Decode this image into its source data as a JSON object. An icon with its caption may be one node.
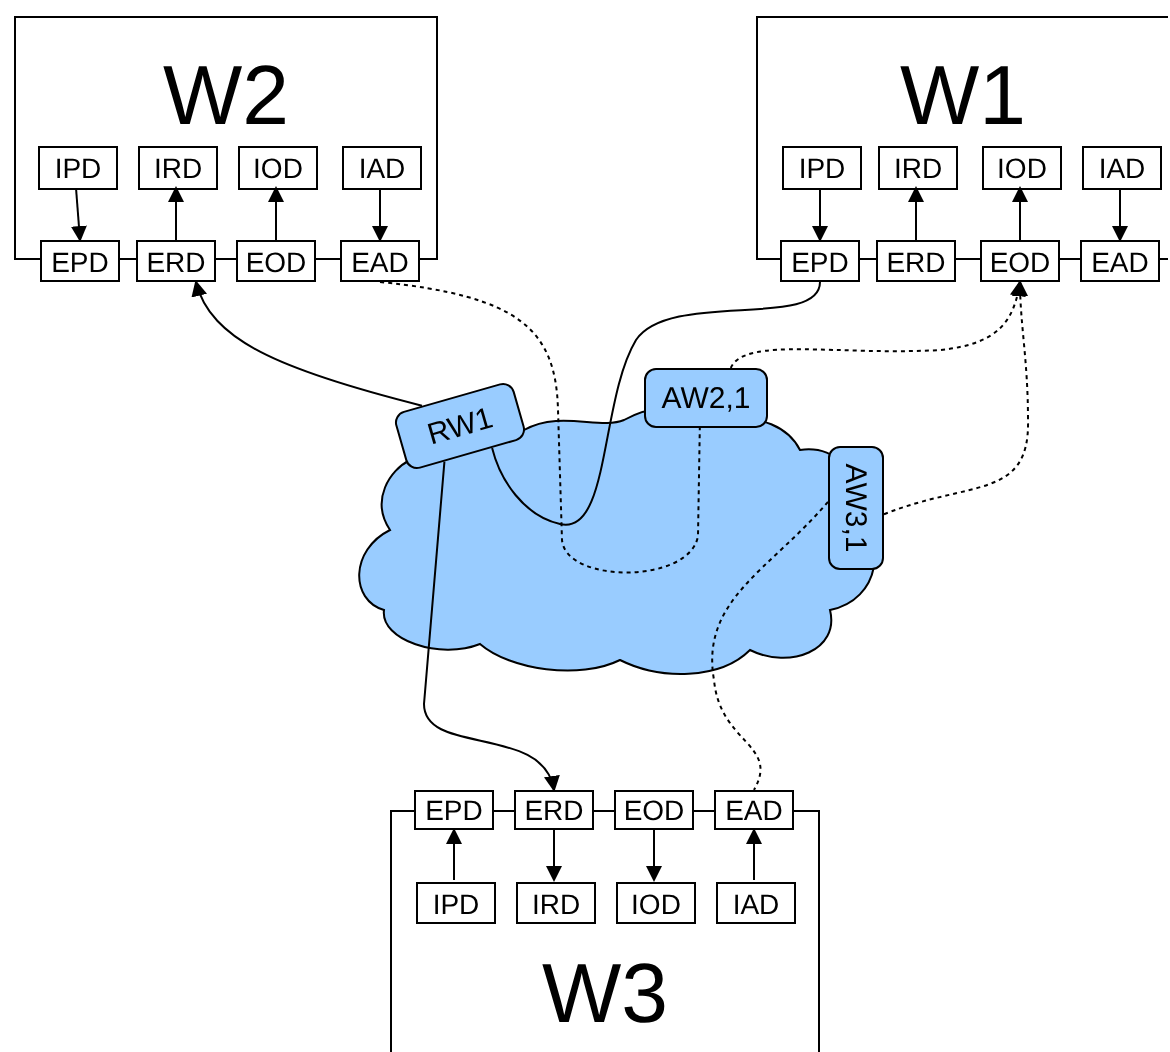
{
  "diagram": {
    "nodes": [
      {
        "text": [
          "W2"
        ]
      },
      {
        "text": [
          "IPD"
        ],
        "in": 0
      },
      {
        "text": [
          "IRD"
        ],
        "in": 0
      },
      {
        "text": [
          "IOD"
        ],
        "in": 0
      },
      {
        "text": [
          "IAD"
        ],
        "in": 0
      },
      {
        "text": [
          "EPD"
        ]
      },
      {
        "text": [
          "ERD"
        ]
      },
      {
        "text": [
          "EOD"
        ]
      },
      {
        "text": [
          "EAD"
        ]
      },
      {
        "text": [
          "W1"
        ]
      },
      {
        "text": [
          "IPD"
        ],
        "in": 9
      },
      {
        "text": [
          "IRD"
        ],
        "in": 9
      },
      {
        "text": [
          "IOD"
        ],
        "in": 9
      },
      {
        "text": [
          "IAD"
        ],
        "in": 9
      },
      {
        "text": [
          "EPD"
        ]
      },
      {
        "text": [
          "ERD"
        ]
      },
      {
        "text": [
          "EOD"
        ]
      },
      {
        "text": [
          "EAD"
        ]
      },
      {
        "text": [
          "RW1"
        ]
      },
      {
        "text": [
          "AW2,1"
        ]
      },
      {
        "text": [
          "AW3,1"
        ]
      },
      {
        "text": [
          "W3"
        ]
      },
      {
        "text": [
          "EPD"
        ]
      },
      {
        "text": [
          "ERD"
        ]
      },
      {
        "text": [
          "EOD"
        ]
      },
      {
        "text": [
          "EAD"
        ]
      },
      {
        "text": [
          "IPD"
        ],
        "in": 21
      },
      {
        "text": [
          "IRD"
        ],
        "in": 21
      },
      {
        "text": [
          "IOD"
        ],
        "in": 21
      },
      {
        "text": [
          "IAD"
        ],
        "in": 21
      }
    ],
    "edges": [
      {
        "from": 1,
        "to": 5,
        "arrow": "to"
      },
      {
        "from": 6,
        "to": 2,
        "arrow": "to"
      },
      {
        "from": 7,
        "to": 3,
        "arrow": "to"
      },
      {
        "from": 4,
        "to": 8,
        "arrow": "to"
      },
      {
        "from": 10,
        "to": 14,
        "arrow": "to"
      },
      {
        "from": 15,
        "to": 11,
        "arrow": "to"
      },
      {
        "from": 16,
        "to": 12,
        "arrow": "to"
      },
      {
        "from": 13,
        "to": 17,
        "arrow": "to"
      },
      {
        "from": 26,
        "to": 22,
        "arrow": "to"
      },
      {
        "from": 23,
        "to": 27,
        "arrow": "to"
      },
      {
        "from": 24,
        "to": 28,
        "arrow": "to"
      },
      {
        "from": 29,
        "to": 25,
        "arrow": "to"
      },
      {
        "from": 18,
        "to": 6,
        "arrow": "to"
      },
      {
        "from": 18,
        "to": 23,
        "arrow": "to"
      },
      {
        "from": 14,
        "to": 18,
        "arrow": "none"
      },
      {
        "from": 8,
        "to": 19,
        "arrow": "none",
        "style": "dashed"
      },
      {
        "from": 19,
        "to": 16,
        "arrow": "to",
        "style": "dashed"
      },
      {
        "from": 20,
        "to": 16,
        "arrow": "to",
        "style": "dashed"
      },
      {
        "from": 20,
        "to": 25,
        "arrow": "none",
        "style": "dashed"
      }
    ]
  }
}
